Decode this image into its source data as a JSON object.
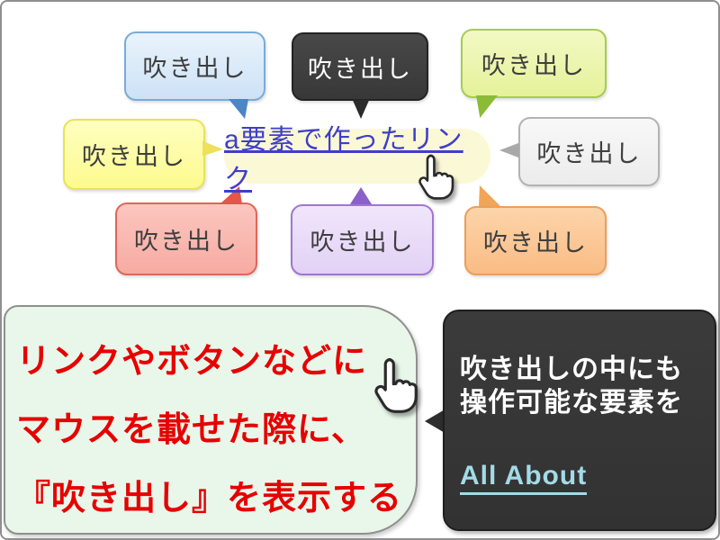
{
  "top_bubbles": {
    "items": [
      {
        "name": "blue",
        "label": "吹き出し",
        "fill": "#cde2f6",
        "border": "#79abda",
        "tail": "#4d85c5"
      },
      {
        "name": "dark",
        "label": "吹き出し",
        "fill": "#3d3d3d",
        "border": "#232323",
        "tail": "#2b2b2b"
      },
      {
        "name": "yellow-green",
        "label": "吹き出し",
        "fill": "#e5f29a",
        "border": "#a8cb52",
        "tail": "#8cbc37"
      },
      {
        "name": "yellow",
        "label": "吹き出し",
        "fill": "#fdfa8e",
        "border": "#e8e354",
        "tail": "#eee05a"
      },
      {
        "name": "gray",
        "label": "吹き出し",
        "fill": "#f1f1f1",
        "border": "#b3b3b3",
        "tail": "#a9a9a9"
      },
      {
        "name": "red",
        "label": "吹き出し",
        "fill": "#f7aba2",
        "border": "#df665c",
        "tail": "#e2564b"
      },
      {
        "name": "purple",
        "label": "吹き出し",
        "fill": "#e2d1f5",
        "border": "#9e77d2",
        "tail": "#8b60c9"
      },
      {
        "name": "orange",
        "label": "吹き出し",
        "fill": "#fabc85",
        "border": "#eb9f5b",
        "tail": "#f1a558"
      }
    ]
  },
  "center_link": {
    "text": "a要素で作ったリンク",
    "color": "#3e3ecb",
    "background": "#fbf9d5"
  },
  "bottom_left_bubble": {
    "lines": [
      "リンクやボタンなどに",
      "マウスを載せた際に、",
      "『吹き出し』を表示する"
    ],
    "text_color": "#e60000",
    "fill": "#e9f7ea"
  },
  "bottom_right_bubble": {
    "lines": [
      "吹き出しの中にも",
      "操作可能な要素を"
    ],
    "link_text": "All About",
    "fill": "#343434",
    "text_color": "#ffffff",
    "link_color": "#a3dbe8"
  },
  "icons": {
    "hand_pointer": "hand-pointer-icon"
  }
}
